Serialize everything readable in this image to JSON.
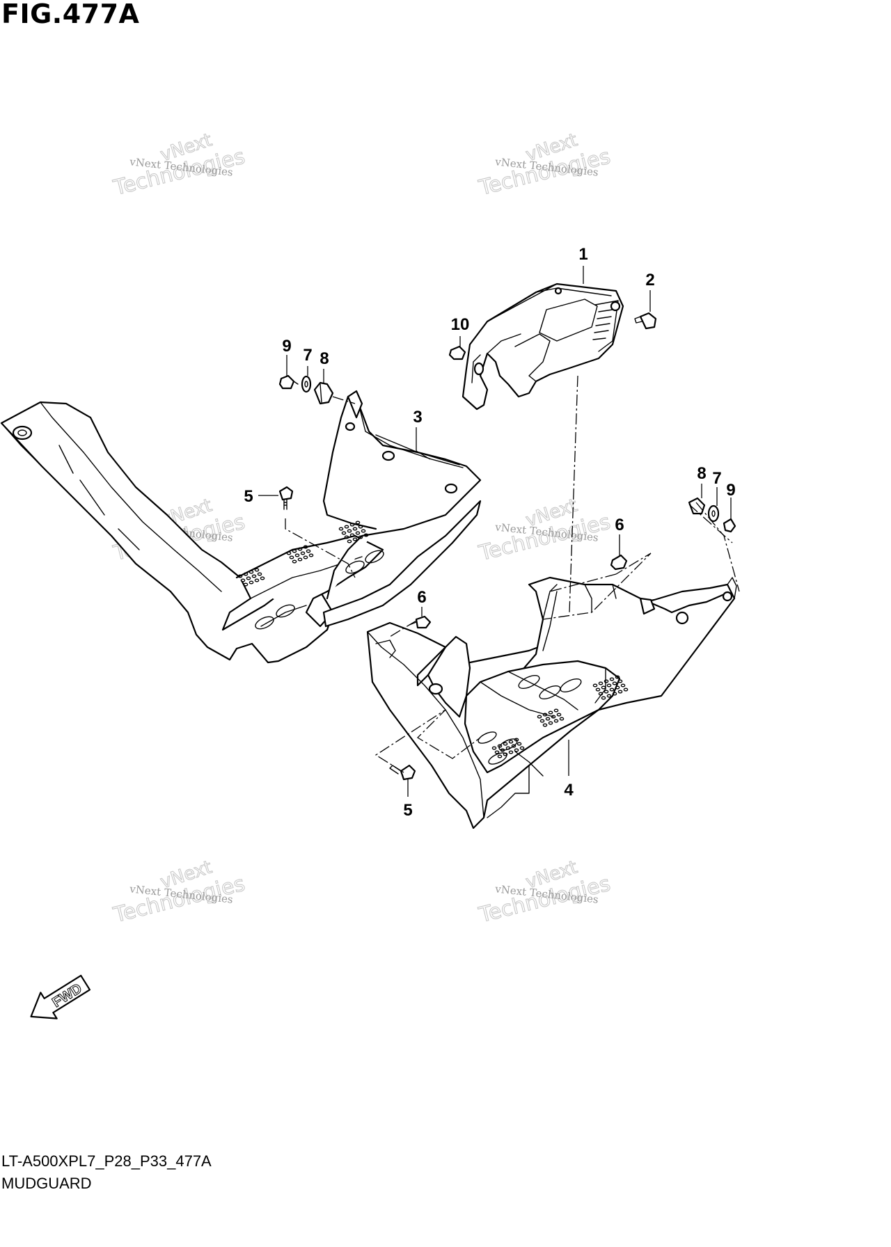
{
  "figure": {
    "title": "FIG.477A",
    "code": "LT-A500XPL7_P28_P33_477A",
    "name": "MUDGUARD"
  },
  "watermark": {
    "line1": "vNext Technologies",
    "line2": "vNext",
    "line3": "Technologies",
    "count": 6
  },
  "callouts": [
    {
      "id": "1",
      "part": "front fender cover"
    },
    {
      "id": "2",
      "part": "screw"
    },
    {
      "id": "10",
      "part": "nut"
    },
    {
      "id": "9",
      "part": "screw"
    },
    {
      "id": "7",
      "part": "washer"
    },
    {
      "id": "8",
      "part": "cushion"
    },
    {
      "id": "3",
      "part": "left mudguard"
    },
    {
      "id": "5",
      "part": "bolt"
    },
    {
      "id": "6",
      "part": "bolt"
    },
    {
      "id": "4",
      "part": "right mudguard"
    }
  ],
  "fwd_arrow": {
    "label": "FWD",
    "icon": "fwd-arrow-icon"
  }
}
